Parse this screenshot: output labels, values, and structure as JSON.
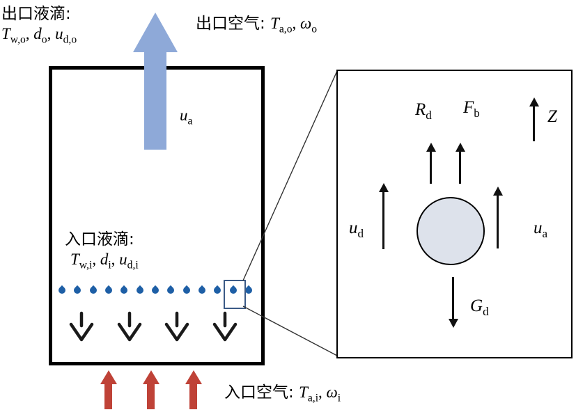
{
  "diagram": {
    "tower": {
      "outlet_droplet_title": "出口液滴:",
      "outlet_droplet_vars": [
        {
          "v": "T",
          "s": "w,o",
          "sep": ", "
        },
        {
          "v": "d",
          "s": "o",
          "sep": ", "
        },
        {
          "v": "u",
          "s": "d,o",
          "sep": ""
        }
      ],
      "outlet_air_title": "出口空气: ",
      "outlet_air_vars": [
        {
          "v": "T",
          "s": "a,o",
          "sep": ", "
        },
        {
          "v": "ω",
          "s": "o",
          "sep": ""
        }
      ],
      "air_velocity": {
        "v": "u",
        "s": "a"
      },
      "inlet_droplet_title": "入口液滴:",
      "inlet_droplet_vars": [
        {
          "v": "T",
          "s": "w,i",
          "sep": ", "
        },
        {
          "v": "d",
          "s": "i",
          "sep": ", "
        },
        {
          "v": "u",
          "s": "d,i",
          "sep": ""
        }
      ],
      "inlet_air_title": "入口空气: ",
      "inlet_air_vars": [
        {
          "v": "T",
          "s": "a,i",
          "sep": ", "
        },
        {
          "v": "ω",
          "s": "i",
          "sep": ""
        }
      ]
    },
    "droplet_detail": {
      "drag_force": {
        "v": "R",
        "s": "d"
      },
      "buoyancy_force": {
        "v": "F",
        "s": "b"
      },
      "axis": {
        "v": "Z",
        "s": ""
      },
      "droplet_velocity": {
        "v": "u",
        "s": "d"
      },
      "air_velocity": {
        "v": "u",
        "s": "a"
      },
      "gravity_force": {
        "v": "G",
        "s": "d"
      }
    },
    "spray": {
      "droplet_count": 13,
      "nozzle_count": 4
    },
    "colors": {
      "air_arrow_blue": "#8ea9d8",
      "inlet_air_red": "#bf4237",
      "droplet_blue": "#1e5fa6",
      "detail_droplet_fill": "#dde2eb"
    }
  }
}
